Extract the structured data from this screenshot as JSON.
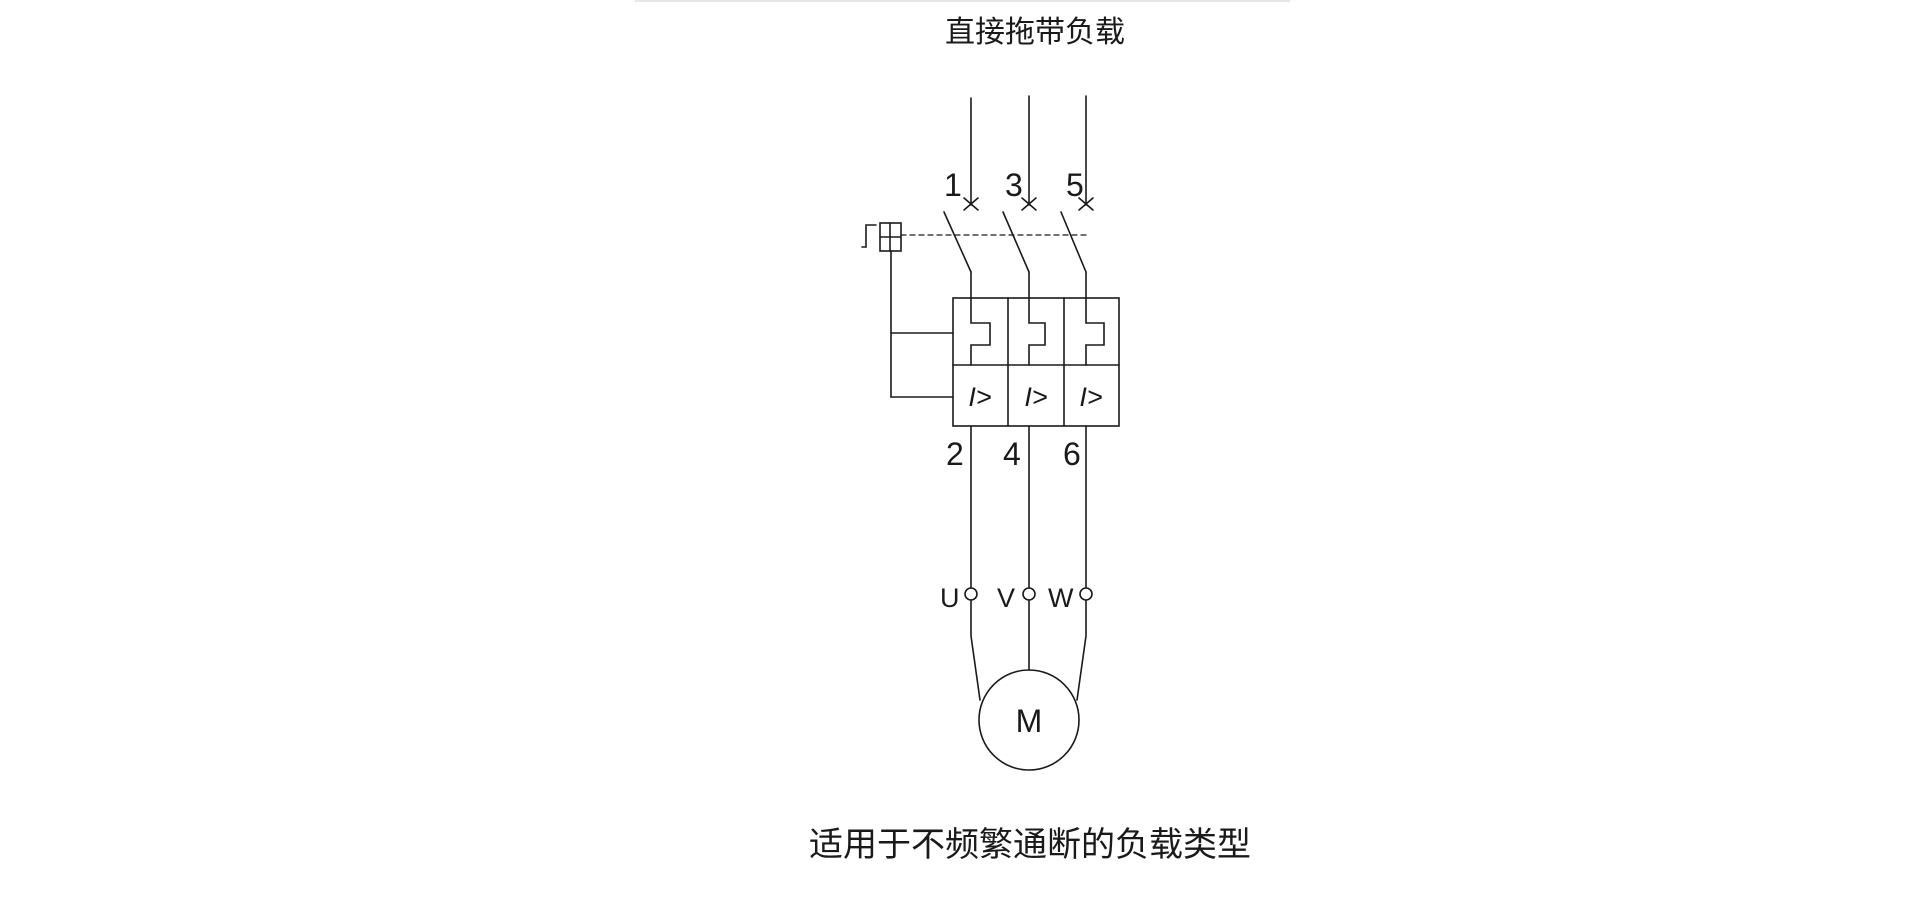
{
  "header": {
    "title": "直接拖带负载"
  },
  "diagram": {
    "terminals_top": [
      "1",
      "3",
      "5"
    ],
    "terminals_bottom": [
      "2",
      "4",
      "6"
    ],
    "phases": [
      "U",
      "V",
      "W"
    ],
    "trip_symbol": "I>",
    "motor_label": "M"
  },
  "footer": {
    "caption": "适用于不频繁通断的负载类型"
  },
  "colors": {
    "line": "#1a1a1a",
    "background": "#ffffff"
  }
}
